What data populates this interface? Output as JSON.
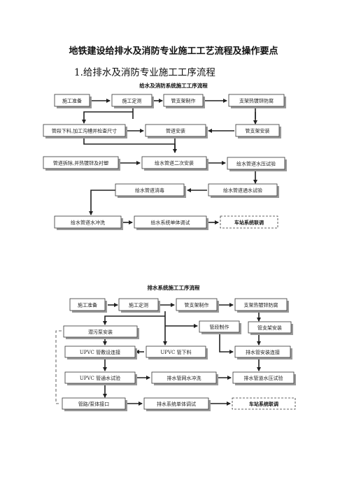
{
  "doc_title": "地铁建设给排水及消防专业施工工艺流程及操作要点",
  "section_heading": "1.给排水及消防专业施工工序流程",
  "diagram1": {
    "title": "给水及消防系统施工工序流程",
    "nodes": {
      "prep": "施工准备",
      "survey": "施工定测",
      "bracket_make": "管支架制作",
      "bracket_coat": "支架热镀锌防腐",
      "pipe_cut": "管段下料,加工沟槽并检查尺寸",
      "pipe_install": "管道安装",
      "bracket_install": "管支架安装",
      "remove": "管道拆除,并热镀锌及衬塑",
      "second_install": "给水管道二次安装",
      "pressure_test": "给水管道水压试验",
      "disinfect": "给水管道消毒",
      "flow_test": "给水管道通水试验",
      "flush": "给水管道水冲洗",
      "single_debug": "给水系统单体调试",
      "joint_debug": "车站系统联调"
    }
  },
  "diagram2": {
    "title": "排水系统施工工序流程",
    "nodes": {
      "prep": "施工准备",
      "survey": "施工定测",
      "bracket_make": "管支架制作",
      "bracket_coat": "支架热镀锌防腐",
      "sewage_pump": "潜污泵安装",
      "fitting_make": "管段制作",
      "bracket_install": "管支架安装",
      "upvc_install": "UPVC 管敷设连接",
      "upvc_cut": "UPVC 管下料",
      "drain_connect": "排水管安装连接",
      "upvc_flow": "UPVC 管通水试验",
      "drain_flush": "排水管网水冲洗",
      "drain_pressure": "排水管道水压试验",
      "pipe_interface": "管路/泵体接口",
      "single_debug": "排水系统单体调试",
      "joint_debug": "车站系统联调"
    }
  }
}
